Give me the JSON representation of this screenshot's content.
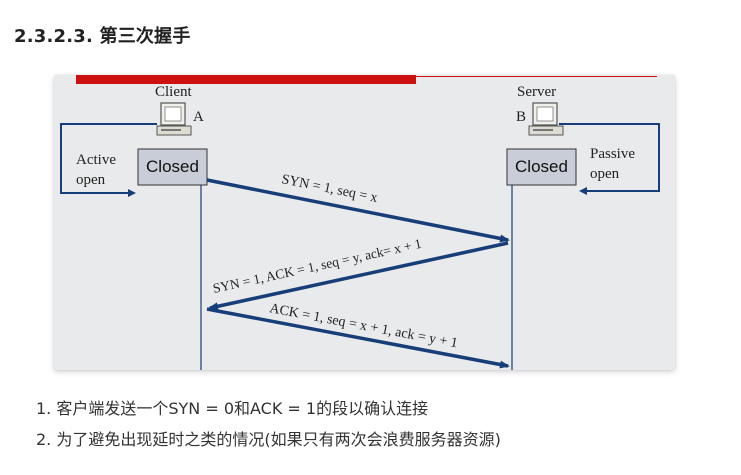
{
  "heading": "2.3.2.3. 第三次握手",
  "figure": {
    "client_label": "Client",
    "server_label": "Server",
    "client_tag": "A",
    "server_tag": "B",
    "client_state": "Closed",
    "server_state": "Closed",
    "active_open": [
      "Active",
      "open"
    ],
    "passive_open": [
      "Passive",
      "open"
    ],
    "messages": [
      "SYN = 1, seq = x",
      "SYN = 1, ACK = 1, seq = y, ack= x + 1",
      "ACK = 1, seq = x + 1, ack = y + 1"
    ],
    "colors": {
      "arrow": "#173e78",
      "top_bar": "#cc1111",
      "state_box": "#c8cdd8",
      "background": "#e9eaec"
    }
  },
  "steps": [
    "1. 客户端发送一个SYN = 0和ACK = 1的段以确认连接",
    "2. 为了避免出现延时之类的情况(如果只有两次会浪费服务器资源)"
  ]
}
